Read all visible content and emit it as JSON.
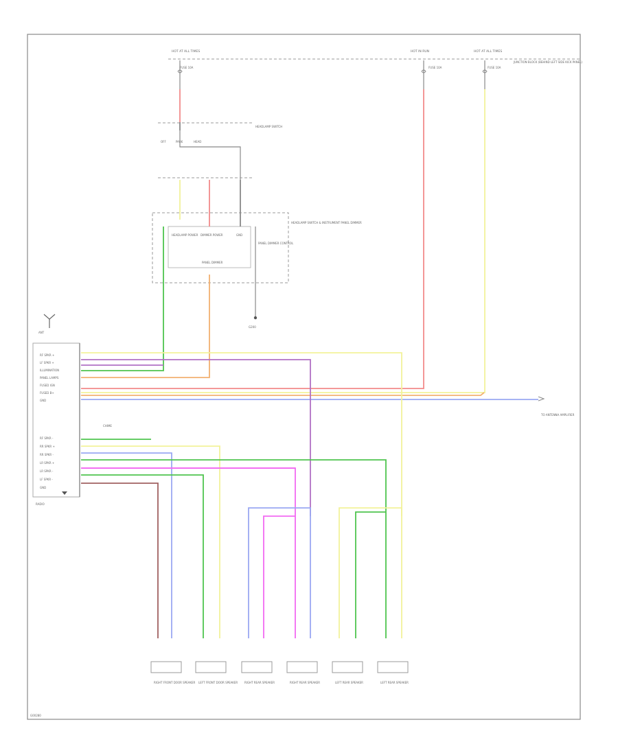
{
  "figure_id": "G00280",
  "top_bus": [
    {
      "title": "HOT AT ALL TIMES",
      "fuse": "FUSE 10A"
    },
    {
      "title": "HOT IN RUN",
      "fuse": "FUSE 10A"
    },
    {
      "title": "HOT AT ALL TIMES",
      "fuse": "FUSE 10A"
    }
  ],
  "right_box_note": "JUNCTION BLOCK (BEHIND LEFT SIDE KICK PANEL)",
  "switch_label": "HEADLAMP SWITCH",
  "switch_positions": [
    "OFF",
    "PARK",
    "HEAD"
  ],
  "module": {
    "title": "HEADLAMP SWITCH & INSTRUMENT PANEL DIMMER",
    "note": "PANEL DIMMER CONTROL",
    "pins": [
      "HEADLAMP POWER",
      "DIMMER POWER",
      "GND"
    ],
    "bottom": "PANEL DIMMER"
  },
  "ground_label": "G200",
  "antenna_label": "ANT",
  "radio": {
    "label": "RADIO",
    "pins_top": [
      "RF SPKR +",
      "LF SPKR +",
      "ILLUMINATION",
      "PANEL LAMPS",
      "FUSED IGN",
      "FUSED B+",
      "GND"
    ],
    "pins_bottom": [
      "RF SPKR -",
      "RR SPKR +",
      "RR SPKR -",
      "LR SPKR +",
      "LR SPKR -",
      "LF SPKR -",
      "GND"
    ],
    "sub": "CHIME"
  },
  "to_label": "TO ANTENNA AMPLIFIER",
  "speakers": [
    {
      "name": "RIGHT FRONT DOOR SPEAKER"
    },
    {
      "name": "LEFT FRONT DOOR SPEAKER"
    },
    {
      "name": "RIGHT REAR SPEAKER"
    },
    {
      "name": "RIGHT REAR SPEAKER"
    },
    {
      "name": "LEFT REAR SPEAKER"
    },
    {
      "name": "LEFT REAR SPEAKER"
    }
  ],
  "wire_colors": {
    "red": "#f28a8a",
    "green": "#4ec44e",
    "orange": "#f2b070",
    "yellow": "#f2f29a",
    "blue": "#9aa8f2",
    "magenta": "#f26af2",
    "purple": "#b070c4",
    "brown": "#a06060",
    "gray": "#888888"
  }
}
